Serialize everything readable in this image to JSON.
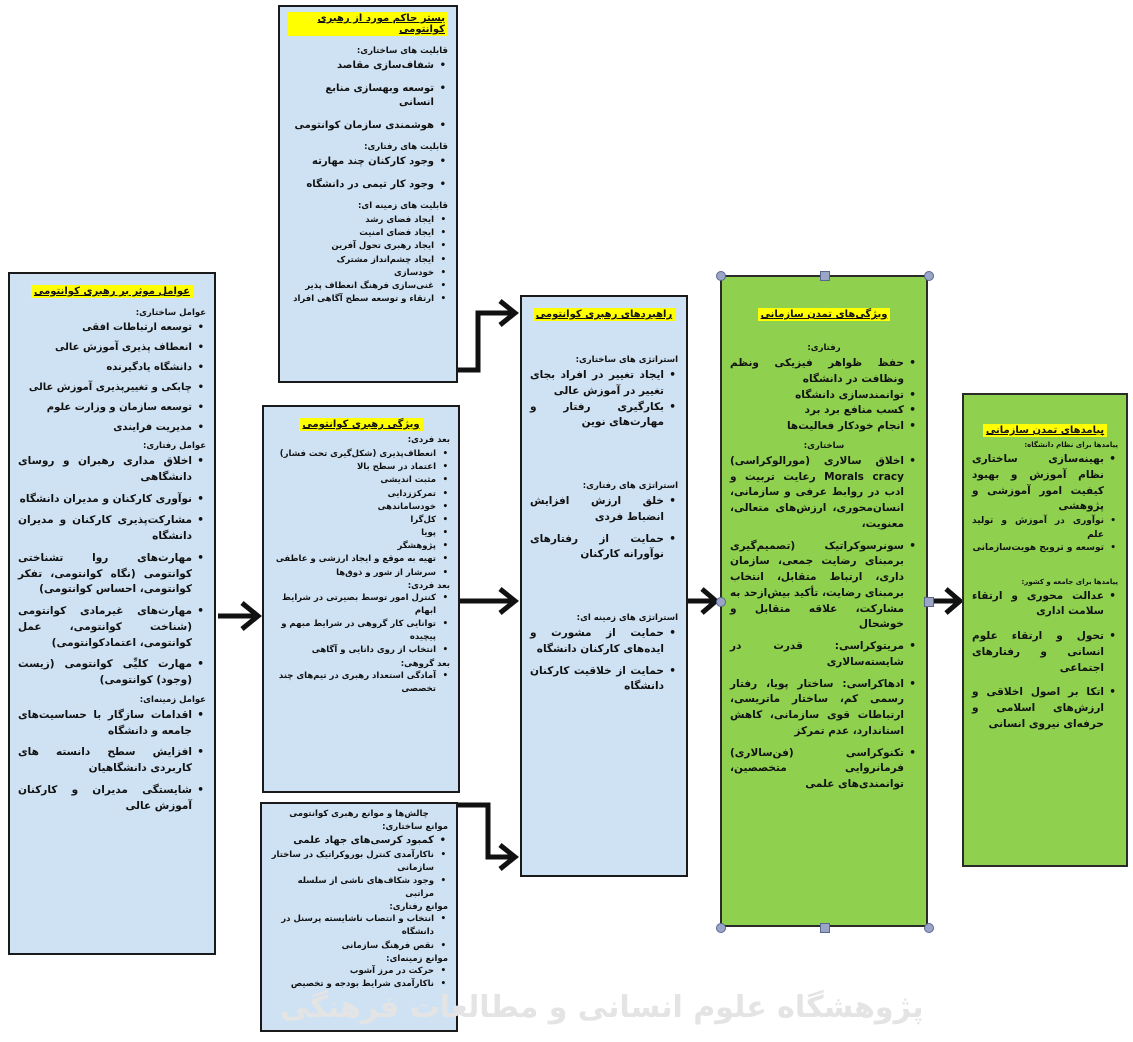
{
  "boxes": {
    "top_center": {
      "title": "بستر حاکم مورد از رهبری کوانتومی",
      "sections": [
        {
          "heading": "قابلیت های ساختاری:",
          "items": [
            "شفاف‌سازی مقاصد",
            "توسعه وبهسازی منابع انسانی",
            "هوشمندی سازمان کوانتومی"
          ]
        },
        {
          "heading": "قابلیت های رفتاری:",
          "items": [
            "وجود کارکنان چند مهارته",
            "وجود کار تیمی در دانشگاه"
          ]
        },
        {
          "heading": "قابلیت های زمینه ای:",
          "items": [
            "ایجاد فضای رشد",
            "ایجاد فضای امنیت",
            "ایجاد رهبری تحول آفرین",
            "ایجاد چشم‌انداز مشترک",
            "خودسازی",
            "غنی‌سازی فرهنگ انعطاف پذیر",
            "ارتقاء و توسعه سطح آگاهی افراد"
          ]
        }
      ]
    },
    "left": {
      "title": "عوامل موثر بر رهبری کوانتومی",
      "sections": [
        {
          "heading": "عوامل ساختاری:",
          "items": [
            "توسعه ارتباطات افقی",
            "انعطاف پذیری آموزش عالی",
            "دانشگاه یادگیرنده",
            "چابکی و تغییرپذیری آموزش عالی",
            "توسعه سازمان و وزارت علوم",
            "مدیریت فرایندی"
          ]
        },
        {
          "heading": "عوامل رفتاری:",
          "items": [
            "اخلاق مداری رهبران و روسای دانشگاهی",
            "نوآوری کارکنان و مدیران دانشگاه",
            "مشارکت‌پذیری کارکنان و مدیران دانشگاه",
            "مهارت‌های روا تشناختی کوانتومی (نگاه کوانتومی، تفکر کوانتومی، احساس کوانتومی)",
            "مهارت‌های غیرمادی کوانتومی (شناخت کوانتومی، عمل کوانتومی، اعتمادکوانتومی)",
            "مهارت کلیِّی کوانتومی (زیست (وجود) کوانتومی)"
          ]
        },
        {
          "heading": "عوامل زمینه‌ای:",
          "items": [
            "اقدامات سازگار با حساسیت‌های جامعه و دانشگاه",
            "افزایش سطح دانسته های کاربردی دانشگاهیان",
            "شایستگی مدیران و کارکنان آموزش عالی"
          ]
        }
      ]
    },
    "middle": {
      "title": "ویژگی رهبری کوانتومی",
      "sections": [
        {
          "heading": "بعد فردی:",
          "items": [
            "انعطاف‌پذیری (شکل‌گیری تحت فشار)",
            "اعتماد در سطح بالا",
            "مثبت اندیشی",
            "تمرکز‌زدایی",
            "خودساماندهی",
            "کل‌گرا",
            "پویا",
            "پژوهشگر"
          ]
        },
        {
          "heading": "",
          "items": [
            "تهیه به موقع و ایجاد ارزشی و عاطفی",
            "سرشار از شور و ذوق‌ها"
          ]
        },
        {
          "heading": "بعد فردی:",
          "items": [
            "کنترل امور توسط بصیرتی در شرایط ابهام",
            "توانایی کار گروهی در شرایط مبهم و پیچیده",
            "انتخاب از روی دانایی و آگاهی"
          ]
        },
        {
          "heading": "بعد گروهی:",
          "items": [
            "آمادگی استعداد رهبری در تیم‌های چند تخصصی"
          ]
        }
      ]
    },
    "bottom_center": {
      "title": "چالش‌ها و موانع رهبری کوانتومی",
      "sections": [
        {
          "heading": "موانع ساختاری:",
          "items": [
            "کمبود کرسی‌های جهاد علمی",
            "ناکارآمدی کنترل بوروکراتیک در ساختار سازمانی",
            "وجود شکاف‌های ناشی از سلسله مراتبی"
          ]
        },
        {
          "heading": "موانع رفتاری:",
          "items": [
            "انتخاب و انتصاب ناشایسته پرسنل در دانشگاه",
            "نقص فرهنگ سازمانی"
          ]
        },
        {
          "heading": "موانع زمینه‌ای:",
          "items": [
            "حرکت در مرز آشوب",
            "ناکارآمدی شرایط بودجه و تخصیص"
          ]
        }
      ]
    },
    "strategies": {
      "title": "راهبردهای رهبری کوانتومی",
      "sections": [
        {
          "heading": "استراتژی های ساختاری:",
          "items": [
            "ایجاد تغییر در افراد بجای تغییر در آموزش عالی",
            "بکارگیری رفتار و مهارت‌های نوین"
          ]
        },
        {
          "heading": "استراتژی های رفتاری:",
          "items": [
            "خلق ارزش افزایش انضباط فردی",
            "حمایت از رفتارهای نوآورانه کارکنان"
          ]
        },
        {
          "heading": "استراتژی های زمینه ای:",
          "items": [
            "حمایت از مشورت و ایده‌های کارکنان دانشگاه",
            "حمایت از خلاقیت کارکنان دانشگاه"
          ]
        }
      ]
    },
    "features": {
      "title": "ویژگی‌های تمدن سازمانی",
      "sections": [
        {
          "heading": "رفتاری:",
          "items": [
            "حفظ ظواهر فیزیکی ونظم ونظافت در دانشگاه",
            "توانمندسازی دانشگاه",
            "کسب منافع برد برد",
            "انجام خودکار فعالیت‌ها"
          ]
        },
        {
          "heading": "ساختاری:",
          "items": [
            "اخلاق سالاری (مورالوکراسی) Morals cracy رعایت تربیت و ادب در روابط عرفی و سازمانی، انسان‌محوری، ارزش‌های متعالی، معنویت،",
            "سونرسوکراتیک (تصمیم‌گیری برمبنای رضایت جمعی، سازمان داری، ارتباط متقابل، انتخاب برمبنای رضایت، تأکید بیش‌ازحد به مشارکت، علاقه متقابل و خوشحال",
            "مریتوکراسی: قدرت در شایسته‌سالاری",
            "ادهاکراسی: ساختار پویا، رفتار رسمی کم، ساختار ماتریسی، ارتباطات قوی سازمانی، کاهش استاندارد، عدم تمرکز",
            "تکنوکراسی (فن‌سالاری) فرمانروایی متخصصین، توانمندی‌های علمی"
          ]
        }
      ]
    },
    "outcomes": {
      "title": "پیامدهای تمدن سازمانی",
      "sections": [
        {
          "heading": "پیامدها برای نظام دانشگاه:",
          "items": [
            "بهینه‌سازی ساختاری نظام آموزش و بهبود کیفیت امور آموزشی و پژوهشی",
            "نوآوری در آموزش و تولید علم",
            "توسعه و ترویج هویت‌سازمانی"
          ]
        },
        {
          "heading": "پیامدها برای جامعه و کشور:",
          "items": [
            "عدالت محوری و ارتقاء سلامت اداری",
            "تحول و ارتقاء علوم انسانی و رفتارهای اجتماعی",
            "اتکا بر اصول اخلاقی و ارزش‌های اسلامی و حرفه‌ای نیروی انسانی"
          ]
        }
      ]
    }
  },
  "watermark": "پژوهشگاه علوم انسانی و مطالعات فرهنگی"
}
